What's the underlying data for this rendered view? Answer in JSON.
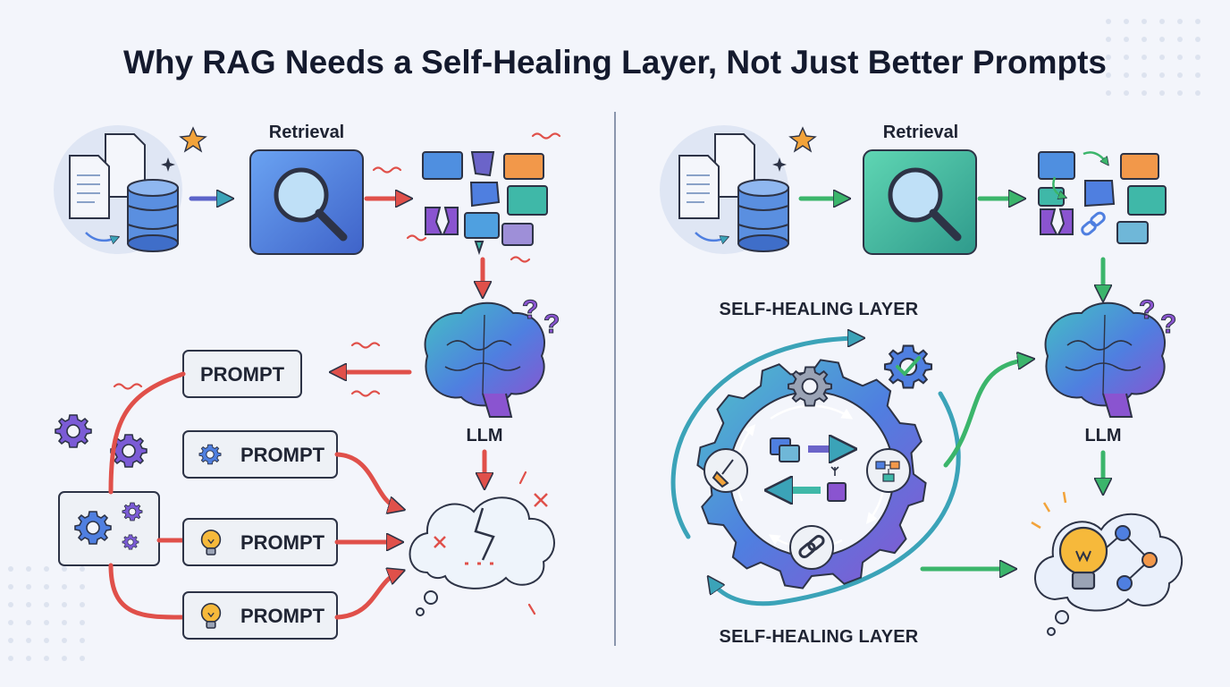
{
  "title": "Why RAG Needs a Self-Healing Layer, Not Just Better Prompts",
  "left": {
    "retrieval_label": "Retrieval",
    "llm_label": "LLM",
    "prompts": [
      "PROMPT",
      "PROMPT",
      "PROMPT",
      "PROMPT"
    ]
  },
  "right": {
    "retrieval_label": "Retrieval",
    "llm_label": "LLM",
    "layer_label_top": "SELF-HEALING LAYER",
    "layer_label_bottom": "SELF-HEALING LAYER"
  },
  "colors": {
    "red_arrow": "#e0504a",
    "green_arrow": "#3bb56b",
    "accent_blue": "#4f7fe0",
    "accent_purple": "#7b5bd6",
    "accent_teal": "#3fb8a8",
    "divider": "#8a96ad"
  },
  "icons": [
    "star-icon",
    "document-icon",
    "database-icon",
    "magnifier-icon",
    "brain-icon",
    "question-mark-icon",
    "gear-icon",
    "lightbulb-icon",
    "broken-cloud-icon",
    "check-gear-icon",
    "link-icon",
    "broom-icon",
    "flowchart-icon"
  ]
}
